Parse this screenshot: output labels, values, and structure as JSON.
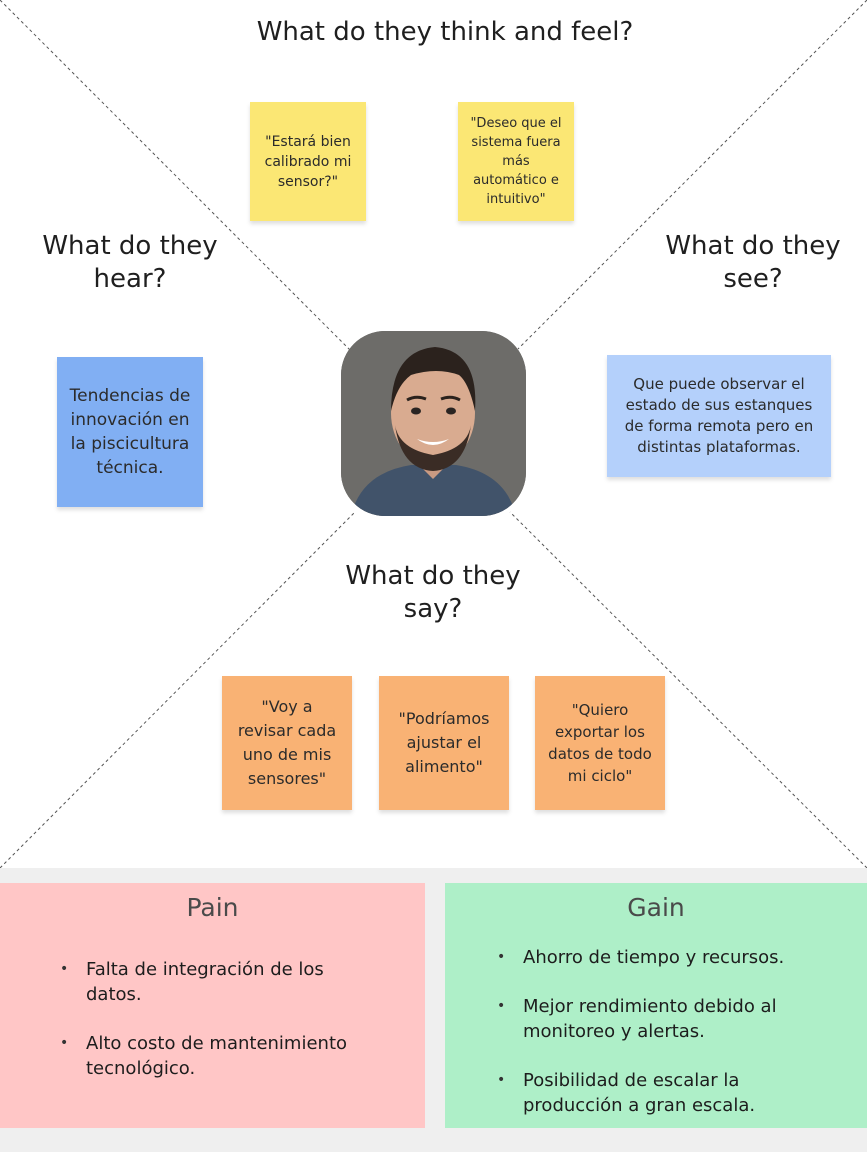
{
  "quadrants": {
    "think_feel": "What do they think and feel?",
    "hear": "What do they\nhear?",
    "see": "What do they\nsee?",
    "say": "What do they\nsay?"
  },
  "notes": {
    "think": [
      "\"Estará bien calibrado mi sensor?\"",
      "\"Deseo que el sistema fuera más automático e intuitivo\""
    ],
    "hear": [
      "Tendencias de innovación en la piscicultura técnica."
    ],
    "see": [
      "Que puede observar el estado de sus estanques de forma remota pero en distintas plataformas."
    ],
    "say": [
      "\"Voy a revisar cada uno de mis sensores\"",
      "\"Podríamos ajustar el alimento\"",
      "\"Quiero exportar los datos de todo mi ciclo\""
    ]
  },
  "pain": {
    "title": "Pain",
    "items": [
      "Falta de integración de los datos.",
      "Alto costo de mantenimiento tecnológico."
    ]
  },
  "gain": {
    "title": "Gain",
    "items": [
      "Ahorro de tiempo y recursos.",
      "Mejor rendimiento debido al monitoreo y alertas.",
      "Posibilidad de escalar la producción a gran escala."
    ]
  },
  "colors": {
    "yellow": "#fbe774",
    "blue_dark": "#81aff3",
    "blue_light": "#b4d0fb",
    "orange": "#f9b274",
    "pain_bg": "#ffc6c6",
    "gain_bg": "#aeefc8"
  },
  "avatar": {
    "icon": "person-portrait"
  }
}
